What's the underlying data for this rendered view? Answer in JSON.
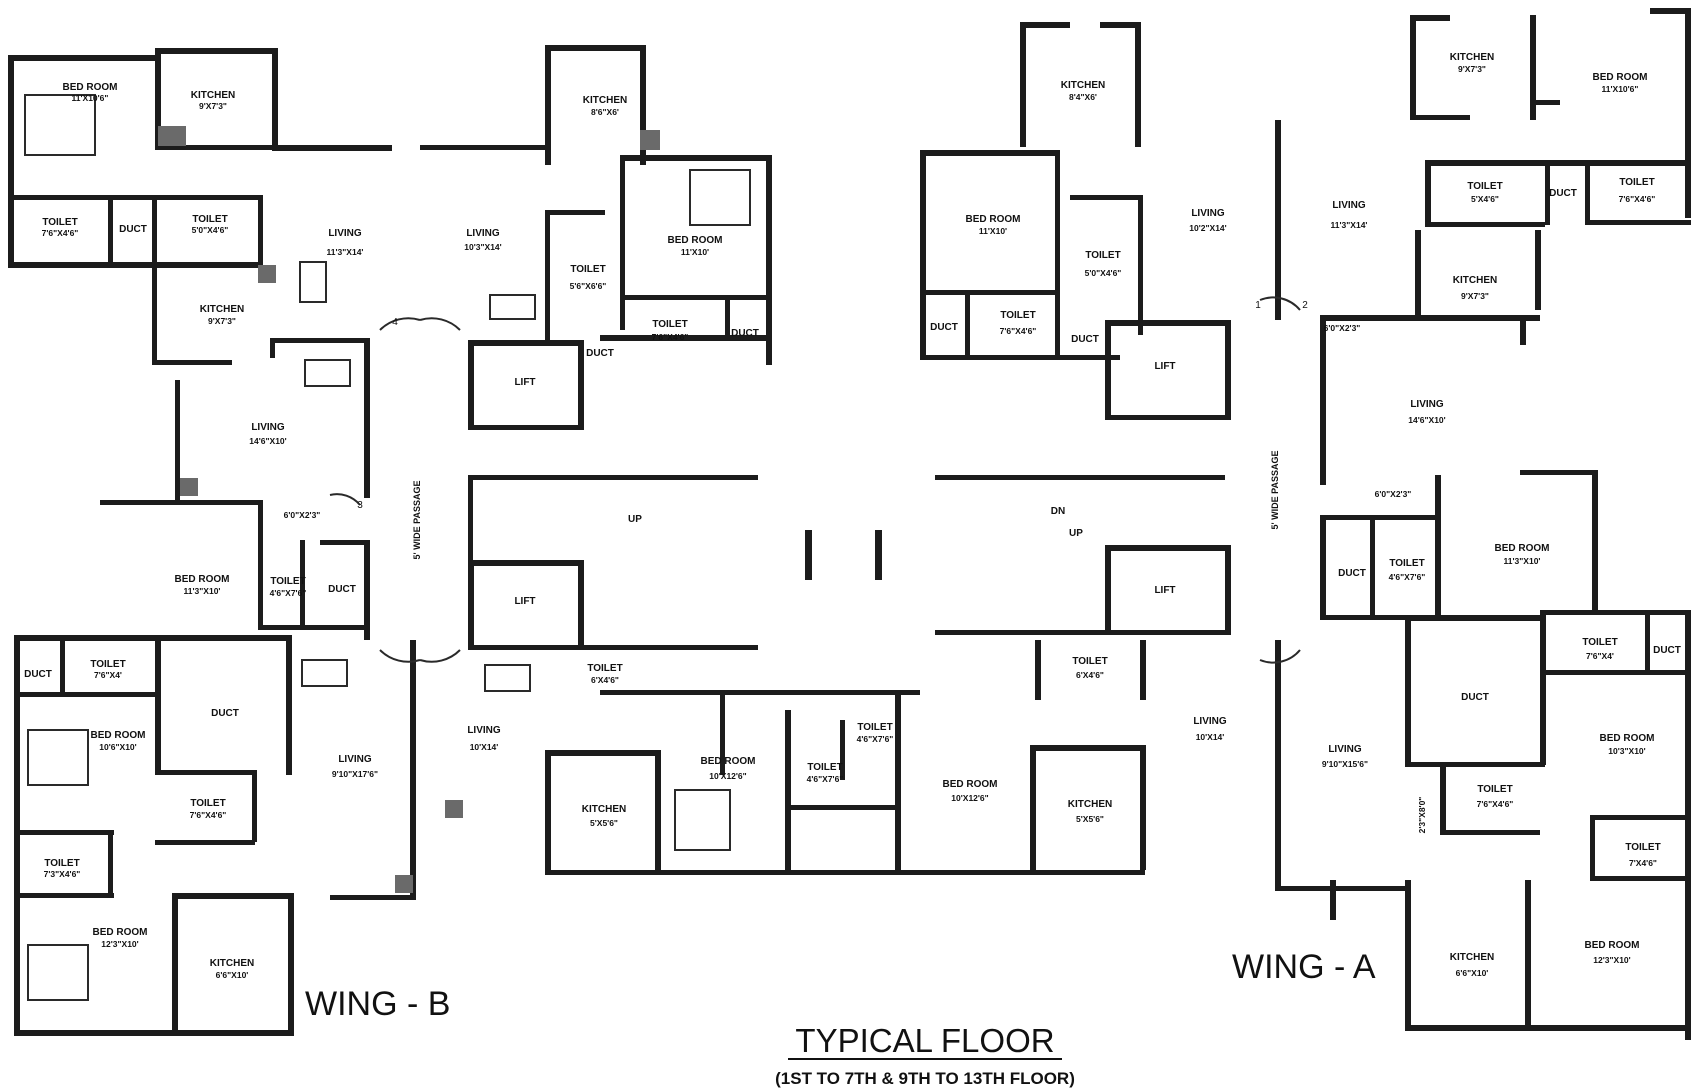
{
  "title": "TYPICAL FLOOR",
  "subtitle": "(1ST TO 7TH & 9TH TO 13TH FLOOR)",
  "wing_b_label": "WING - B",
  "wing_a_label": "WING - A",
  "passage_label": "5' WIDE PASSAGE",
  "stairs": {
    "up": "UP",
    "dn": "DN",
    "up2": "UP"
  },
  "wing_b": {
    "bed1": {
      "name": "BED ROOM",
      "dim": "11'X10'6\""
    },
    "kitchen1": {
      "name": "KITCHEN",
      "dim": "9'X7'3\""
    },
    "toilet1": {
      "name": "TOILET",
      "dim": "7'6\"X4'6\""
    },
    "duct1": {
      "name": "DUCT"
    },
    "toilet2": {
      "name": "TOILET",
      "dim": "5'0\"X4'6\""
    },
    "living1": {
      "name": "LIVING",
      "dim": "11'3\"X14'"
    },
    "kitchen2": {
      "name": "KITCHEN",
      "dim": "9'X7'3\""
    },
    "living2": {
      "name": "LIVING",
      "dim": "14'6\"X10'"
    },
    "passage_dim": "6'0\"X2'3\"",
    "bed2": {
      "name": "BED ROOM",
      "dim": "11'3\"X10'"
    },
    "toilet3": {
      "name": "TOILET",
      "dim": "4'6\"X7'6\""
    },
    "duct2": {
      "name": "DUCT"
    },
    "duct3": {
      "name": "DUCT"
    },
    "toilet4": {
      "name": "TOILET",
      "dim": "7'6\"X4'"
    },
    "duct4": {
      "name": "DUCT"
    },
    "bed3": {
      "name": "BED ROOM",
      "dim": "10'6\"X10'"
    },
    "toilet5": {
      "name": "TOILET",
      "dim": "7'6\"X4'6\""
    },
    "living3": {
      "name": "LIVING",
      "dim": "9'10\"X17'6\""
    },
    "toilet6": {
      "name": "TOILET",
      "dim": "7'3\"X4'6\""
    },
    "bed4": {
      "name": "BED ROOM",
      "dim": "12'3\"X10'"
    },
    "kitchen3": {
      "name": "KITCHEN",
      "dim": "6'6\"X10'"
    },
    "kitchen4": {
      "name": "KITCHEN",
      "dim": "8'6\"X6'"
    },
    "living4": {
      "name": "LIVING",
      "dim": "10'3\"X14'"
    },
    "toilet7": {
      "name": "TOILET",
      "dim": "5'6\"X6'6\""
    },
    "bed5": {
      "name": "BED ROOM",
      "dim": "11'X10'"
    },
    "toilet8": {
      "name": "TOILET",
      "dim": "7'6\"X4'6\""
    },
    "duct5": {
      "name": "DUCT"
    },
    "duct6": {
      "name": "DUCT"
    },
    "lift1": {
      "name": "LIFT"
    },
    "lift2": {
      "name": "LIFT"
    },
    "toilet9": {
      "name": "TOILET",
      "dim": "6'X4'6\""
    },
    "living5": {
      "name": "LIVING",
      "dim": "10'X14'"
    },
    "kitchen5": {
      "name": "KITCHEN",
      "dim": "5'X5'6\""
    },
    "bed6": {
      "name": "BED ROOM",
      "dim": "10'X12'6\""
    },
    "toilet10": {
      "name": "TOILET",
      "dim": "4'6\"X7'6\""
    },
    "toilet11": {
      "name": "TOILET",
      "dim": "4'6\"X7'6\""
    }
  },
  "wing_a": {
    "kitchen1": {
      "name": "KITCHEN",
      "dim": "8'4\"X6'"
    },
    "bed1": {
      "name": "BED ROOM",
      "dim": "11'X10'"
    },
    "toilet1": {
      "name": "TOILET",
      "dim": "5'0\"X4'6\""
    },
    "duct1": {
      "name": "DUCT"
    },
    "duct2": {
      "name": "DUCT"
    },
    "toilet2": {
      "name": "TOILET",
      "dim": "7'6\"X4'6\""
    },
    "living1": {
      "name": "LIVING",
      "dim": "10'2\"X14'"
    },
    "lift1": {
      "name": "LIFT"
    },
    "lift2": {
      "name": "LIFT"
    },
    "toilet3": {
      "name": "TOILET",
      "dim": "6'X4'6\""
    },
    "living2": {
      "name": "LIVING",
      "dim": "10'X14'"
    },
    "bed2": {
      "name": "BED ROOM",
      "dim": "10'X12'6\""
    },
    "kitchen2": {
      "name": "KITCHEN",
      "dim": "5'X5'6\""
    },
    "living3": {
      "name": "LIVING",
      "dim": "11'3\"X14'"
    },
    "kitchen3": {
      "name": "KITCHEN",
      "dim": "9'X7'3\""
    },
    "bed3": {
      "name": "BED ROOM",
      "dim": "11'X10'6\""
    },
    "toilet4": {
      "name": "TOILET",
      "dim": "5'X4'6\""
    },
    "duct3": {
      "name": "DUCT"
    },
    "toilet5": {
      "name": "TOILET",
      "dim": "7'6\"X4'6\""
    },
    "kitchen4": {
      "name": "KITCHEN",
      "dim": "9'X7'3\""
    },
    "passage_dim": "6'0\"X2'3\"",
    "living4": {
      "name": "LIVING",
      "dim": "14'6\"X10'"
    },
    "passage_dim2": "6'0\"X2'3\"",
    "duct4": {
      "name": "DUCT"
    },
    "toilet6": {
      "name": "TOILET",
      "dim": "4'6\"X7'6\""
    },
    "bed4": {
      "name": "BED ROOM",
      "dim": "11'3\"X10'"
    },
    "duct5": {
      "name": "DUCT"
    },
    "toilet7": {
      "name": "TOILET",
      "dim": "7'6\"X4'"
    },
    "duct6": {
      "name": "DUCT"
    },
    "living5": {
      "name": "LIVING",
      "dim": "9'10\"X15'6\""
    },
    "bed5": {
      "name": "BED ROOM",
      "dim": "10'3\"X10'"
    },
    "toilet8": {
      "name": "TOILET",
      "dim": "7'6\"X4'6\""
    },
    "toilet9": {
      "name": "TOILET",
      "dim": "7'X4'6\""
    },
    "kitchen5": {
      "name": "KITCHEN",
      "dim": "6'6\"X10'"
    },
    "bed6": {
      "name": "BED ROOM",
      "dim": "12'3\"X10'"
    },
    "wall_dim": "2'3\"X8'0\""
  },
  "points": [
    "1",
    "2",
    "3",
    "4"
  ]
}
